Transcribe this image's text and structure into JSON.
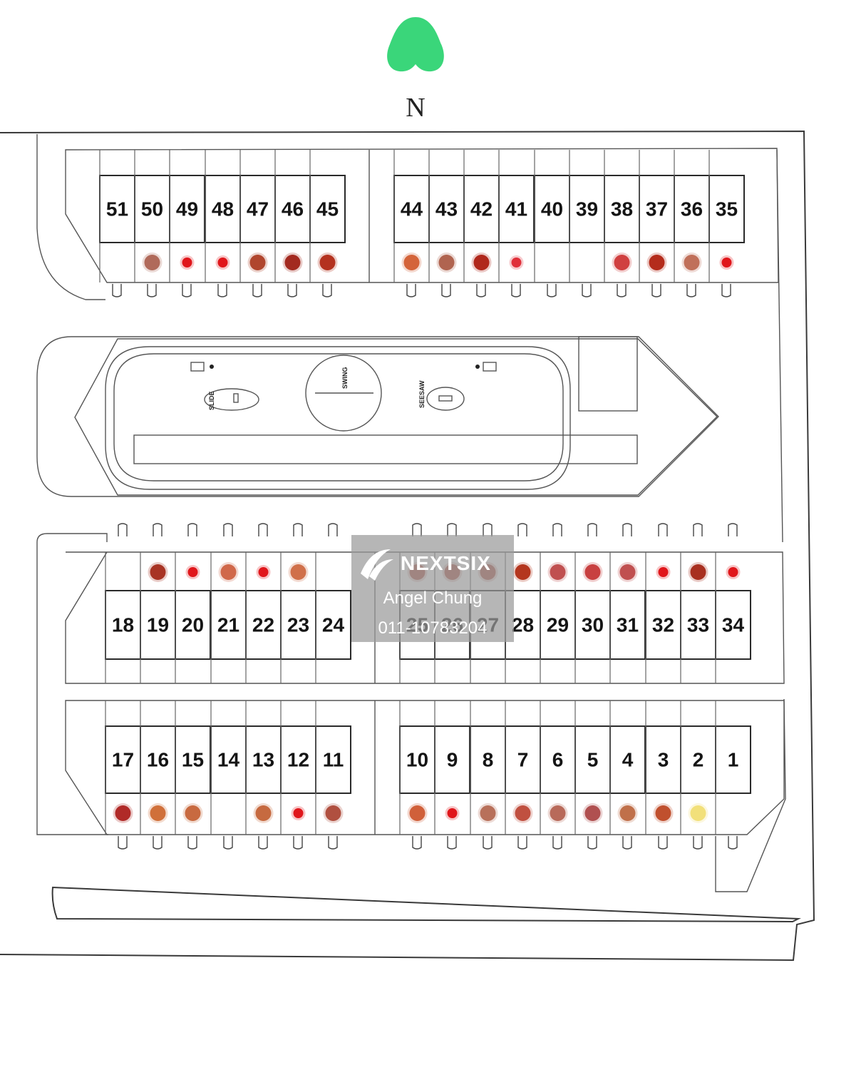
{
  "compass": {
    "label": "N",
    "color": "#3ad67a"
  },
  "facilities": {
    "slide": "SLIDE",
    "swing": "SWING",
    "seesaw": "SEESAW"
  },
  "watermark": {
    "brand": "NEXTSIX",
    "agent": "Angel Chung",
    "phone": "011-10783204"
  },
  "colors": {
    "line": "#3a3a3a",
    "marker_red": "#e0161b",
    "marker_brown": "#a94026",
    "marker_orange": "#d2643a",
    "marker_yellow": "#f2e07a"
  },
  "rows": [
    {
      "name": "top-row",
      "lots": [
        "51",
        "50",
        "49",
        "48",
        "47",
        "46",
        "45",
        "44",
        "43",
        "42",
        "41",
        "40",
        "39",
        "38",
        "37",
        "36",
        "35"
      ]
    },
    {
      "name": "middle-row",
      "lots": [
        "18",
        "19",
        "20",
        "21",
        "22",
        "23",
        "24",
        "25",
        "26",
        "27",
        "28",
        "29",
        "30",
        "31",
        "32",
        "33",
        "34"
      ]
    },
    {
      "name": "bottom-row",
      "lots": [
        "17",
        "16",
        "15",
        "14",
        "13",
        "12",
        "11",
        "10",
        "9",
        "8",
        "7",
        "6",
        "5",
        "4",
        "3",
        "2",
        "1"
      ]
    }
  ],
  "markers": [
    {
      "lot": "50",
      "color": "#b06a5a"
    },
    {
      "lot": "49",
      "color": "#e0161b"
    },
    {
      "lot": "48",
      "color": "#e0161b"
    },
    {
      "lot": "47",
      "color": "#b0462e"
    },
    {
      "lot": "46",
      "color": "#a32a20"
    },
    {
      "lot": "45",
      "color": "#b4321f"
    },
    {
      "lot": "44",
      "color": "#d4643a"
    },
    {
      "lot": "43",
      "color": "#b06450"
    },
    {
      "lot": "42",
      "color": "#b0281c"
    },
    {
      "lot": "41",
      "color": "#e0303a"
    },
    {
      "lot": "38",
      "color": "#d04040"
    },
    {
      "lot": "37",
      "color": "#b42c1c"
    },
    {
      "lot": "36",
      "color": "#c0705a"
    },
    {
      "lot": "35",
      "color": "#e0161b"
    },
    {
      "lot": "19",
      "color": "#a83424"
    },
    {
      "lot": "20",
      "color": "#e0161b"
    },
    {
      "lot": "21",
      "color": "#d0684a"
    },
    {
      "lot": "22",
      "color": "#e0161b"
    },
    {
      "lot": "23",
      "color": "#d0704a"
    },
    {
      "lot": "25",
      "color": "#b05040"
    },
    {
      "lot": "26",
      "color": "#b05040"
    },
    {
      "lot": "27",
      "color": "#b05040"
    },
    {
      "lot": "28",
      "color": "#b4361e"
    },
    {
      "lot": "29",
      "color": "#c05050"
    },
    {
      "lot": "30",
      "color": "#c84040"
    },
    {
      "lot": "31",
      "color": "#c05050"
    },
    {
      "lot": "32",
      "color": "#e0161b"
    },
    {
      "lot": "33",
      "color": "#a83020"
    },
    {
      "lot": "34",
      "color": "#e0161b"
    },
    {
      "lot": "17",
      "color": "#b02a28"
    },
    {
      "lot": "16",
      "color": "#d0703a"
    },
    {
      "lot": "15",
      "color": "#c86a40"
    },
    {
      "lot": "13",
      "color": "#c66a40"
    },
    {
      "lot": "12",
      "color": "#e0161b"
    },
    {
      "lot": "11",
      "color": "#b05040"
    },
    {
      "lot": "10",
      "color": "#d0603a"
    },
    {
      "lot": "9",
      "color": "#e0161b"
    },
    {
      "lot": "8",
      "color": "#b8705a"
    },
    {
      "lot": "7",
      "color": "#c05040"
    },
    {
      "lot": "6",
      "color": "#b86a5a"
    },
    {
      "lot": "5",
      "color": "#b05050"
    },
    {
      "lot": "4",
      "color": "#c0704a"
    },
    {
      "lot": "3",
      "color": "#c0502e"
    },
    {
      "lot": "2",
      "color": "#f2e07a"
    }
  ]
}
